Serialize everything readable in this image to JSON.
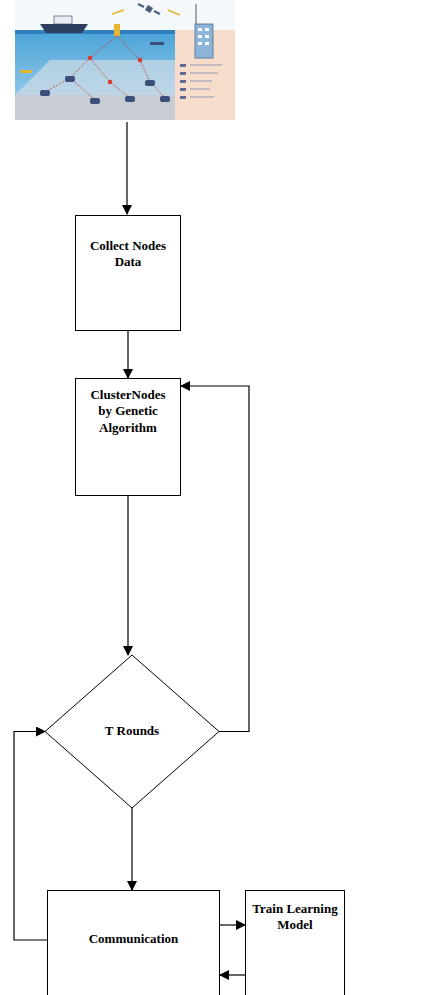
{
  "diagram": {
    "nodes": [
      {
        "text": [
          "Collect Nodes Data"
        ]
      },
      {
        "text": [
          "ClusterNodes by Genetic Algorithm"
        ]
      },
      {
        "text": [
          "T Rounds"
        ]
      },
      {
        "text": [
          "Communication"
        ]
      },
      {
        "text": [
          "Train Learning Model"
        ]
      }
    ],
    "edges": [
      {
        "from": 0,
        "to": 1,
        "arrow": "to"
      },
      {
        "from": 1,
        "to": 2,
        "arrow": "to"
      },
      {
        "from": 2,
        "to": 1,
        "arrow": "to"
      },
      {
        "from": 2,
        "to": 3,
        "arrow": "to"
      },
      {
        "from": 3,
        "to": 2,
        "arrow": "to"
      },
      {
        "from": 3,
        "to": 4,
        "arrow": "to"
      },
      {
        "from": 4,
        "to": 3,
        "arrow": "to"
      }
    ]
  }
}
